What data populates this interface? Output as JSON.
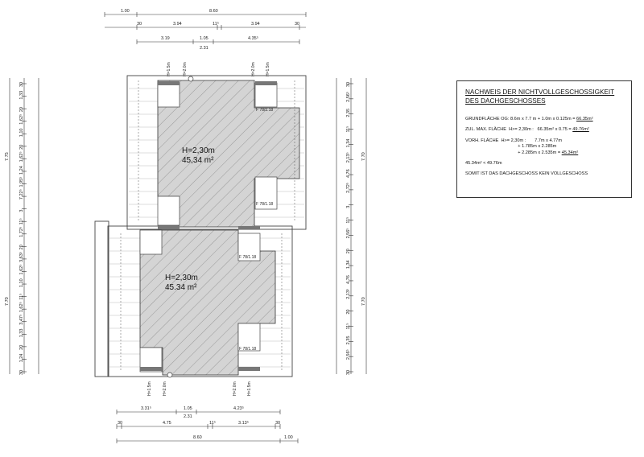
{
  "top_dims": {
    "row1": [
      "1.00",
      "8.60"
    ],
    "row2": [
      "30",
      "3.94",
      "11⁵",
      "3.94",
      "30"
    ],
    "row3": [
      "3.19",
      "1.05",
      "4.35⁵"
    ],
    "row3b": "2.31"
  },
  "bottom_dims": {
    "row1": [
      "3.31⁵",
      "1.05",
      "4.23⁵"
    ],
    "row1b": "2.31",
    "row2": [
      "30",
      "4.75",
      "11⁵",
      "3.13⁵",
      "30"
    ],
    "row3": [
      "8.60",
      "1.00"
    ]
  },
  "left_dims": {
    "outer": [
      "7.75",
      "7.70"
    ],
    "mid": [
      "30",
      "1.33",
      "20",
      "1.62⁵",
      "1.10",
      "20",
      "1.62⁵",
      "1.24",
      "1.95⁵",
      "7.22⁵",
      "3",
      "11⁵",
      "1.72⁵",
      "20",
      "3.63⁵",
      "1.62⁵",
      "1.10",
      "11⁵",
      "1.62⁵",
      "3.47⁵",
      "1.33",
      "20",
      "1.24",
      "30"
    ]
  },
  "right_dims": {
    "outer": [
      "7.70",
      "7.70"
    ],
    "mid": [
      "30",
      "2.56⁵",
      "2.35",
      "11⁵",
      "1.34",
      "2.13⁵",
      "4.76",
      "2.72⁵",
      "3",
      "11⁵",
      "2.56⁵",
      "20",
      "1.34",
      "4.76",
      "2.13⁵",
      "20",
      "11⁵",
      "2.35",
      "2.56⁵",
      "30"
    ]
  },
  "rooms": [
    {
      "height": "H=2,30m",
      "area": "45,34 m²"
    },
    {
      "height": "H=2,30m",
      "area": "45.34 m²"
    }
  ],
  "window_tags": [
    "F 78/1.18",
    "F 78/1.18",
    "F 78/1.18",
    "F 78/1.18"
  ],
  "height_tags": [
    "H=1.5m",
    "H=2.0m",
    "H=2.0m",
    "H=1.5m"
  ],
  "info": {
    "title_line1": "NACHWEIS DER NICHTVOLLGESCHOSSIGKEIT",
    "title_line2": "DES DACHGESCHOSSES",
    "grundflaeche_label": "GRUNDFLÄCHE OG:",
    "grundflaeche_calc": "8.6m x 7.7 m + 1.0m x 0.125m = ",
    "grundflaeche_result": "66.35m²",
    "zul_label": "ZUL. MAX. FLÄCHE  H>= 2,30m :",
    "zul_calc": "66.35m² x 0.75 = ",
    "zul_result": "49.76m²",
    "vorh_label": "VORH. FLÄCHE  H>= 2,30m :",
    "vorh_line1": "7.7m x 4.77m",
    "vorh_line2": "+ 1.785m x 2.285m",
    "vorh_line3": "+ 2.285m x 2.535m = ",
    "vorh_result": "45.34m²",
    "compare": "45.34m² < 49.76m",
    "conclusion": "SOMIT IST DAS DACHGESCHOSS KEIN VOLLGESCHOSS"
  }
}
